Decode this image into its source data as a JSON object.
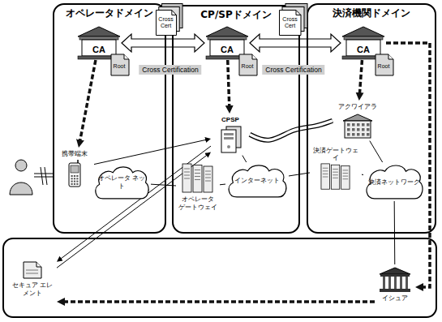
{
  "diagram": {
    "nodes": [
      {
        "text": [
          "オペレータドメイン"
        ]
      },
      {
        "text": [
          "CA"
        ],
        "in": 0
      },
      {
        "text": [
          "Root"
        ],
        "in": 0
      },
      {
        "text": [
          "携帯端末"
        ],
        "in": 0
      },
      {
        "text": [
          "オペレータ ネット"
        ],
        "in": 0
      },
      {
        "text": [
          "CP/SPドメイン"
        ]
      },
      {
        "text": [
          "CA"
        ],
        "in": 5
      },
      {
        "text": [
          "Root"
        ],
        "in": 5
      },
      {
        "text": [
          "CPSP"
        ],
        "in": 5
      },
      {
        "text": [
          "オペレータ ゲートウェイ"
        ],
        "in": 5
      },
      {
        "text": [
          "インターネット"
        ],
        "in": 5
      },
      {
        "text": [
          "決済機関ドメイン"
        ]
      },
      {
        "text": [
          "CA"
        ],
        "in": 11
      },
      {
        "text": [
          "Root"
        ],
        "in": 11
      },
      {
        "text": [
          "アクワイアラ"
        ],
        "in": 11
      },
      {
        "text": [
          "決済ゲートウェイ"
        ],
        "in": 11
      },
      {
        "text": [
          "決済ネットワーク"
        ],
        "in": 11
      },
      {
        "text": [
          "Cross Cert"
        ]
      },
      {
        "text": [
          "Cross Cert"
        ]
      },
      {
        "text": [
          "イシュア"
        ]
      },
      {
        "text": [
          "セキュア エレメント"
        ]
      }
    ],
    "edges": [
      {
        "from": 1,
        "to": 6,
        "arrow": "both"
      },
      {
        "from": 6,
        "to": 12,
        "arrow": "both"
      },
      {
        "from": 1,
        "to": 3,
        "arrow": "to"
      },
      {
        "from": 6,
        "to": 8,
        "arrow": "to"
      },
      {
        "from": 12,
        "to": 14,
        "arrow": "to"
      },
      {
        "from": 12,
        "to": 19,
        "arrow": "to"
      },
      {
        "from": 19,
        "to": 20,
        "arrow": "to"
      },
      {
        "from": 3,
        "to": 8,
        "arrow": "to"
      },
      {
        "from": 20,
        "to": 8,
        "arrow": "to"
      },
      {
        "from": 8,
        "to": 20,
        "arrow": "to"
      },
      {
        "from": 8,
        "to": 14,
        "arrow": "none"
      },
      {
        "from": 4,
        "to": 9,
        "arrow": "none"
      },
      {
        "from": 9,
        "to": 10,
        "arrow": "none"
      },
      {
        "from": 10,
        "to": 15,
        "arrow": "none"
      },
      {
        "from": 15,
        "to": 16,
        "arrow": "none"
      },
      {
        "from": 16,
        "to": 14,
        "arrow": "none"
      },
      {
        "from": 16,
        "to": 19,
        "arrow": "none"
      },
      {
        "from": 8,
        "to": 10,
        "arrow": "none"
      }
    ],
    "labels": [
      "Cross Certification",
      "Cross Certification"
    ]
  }
}
